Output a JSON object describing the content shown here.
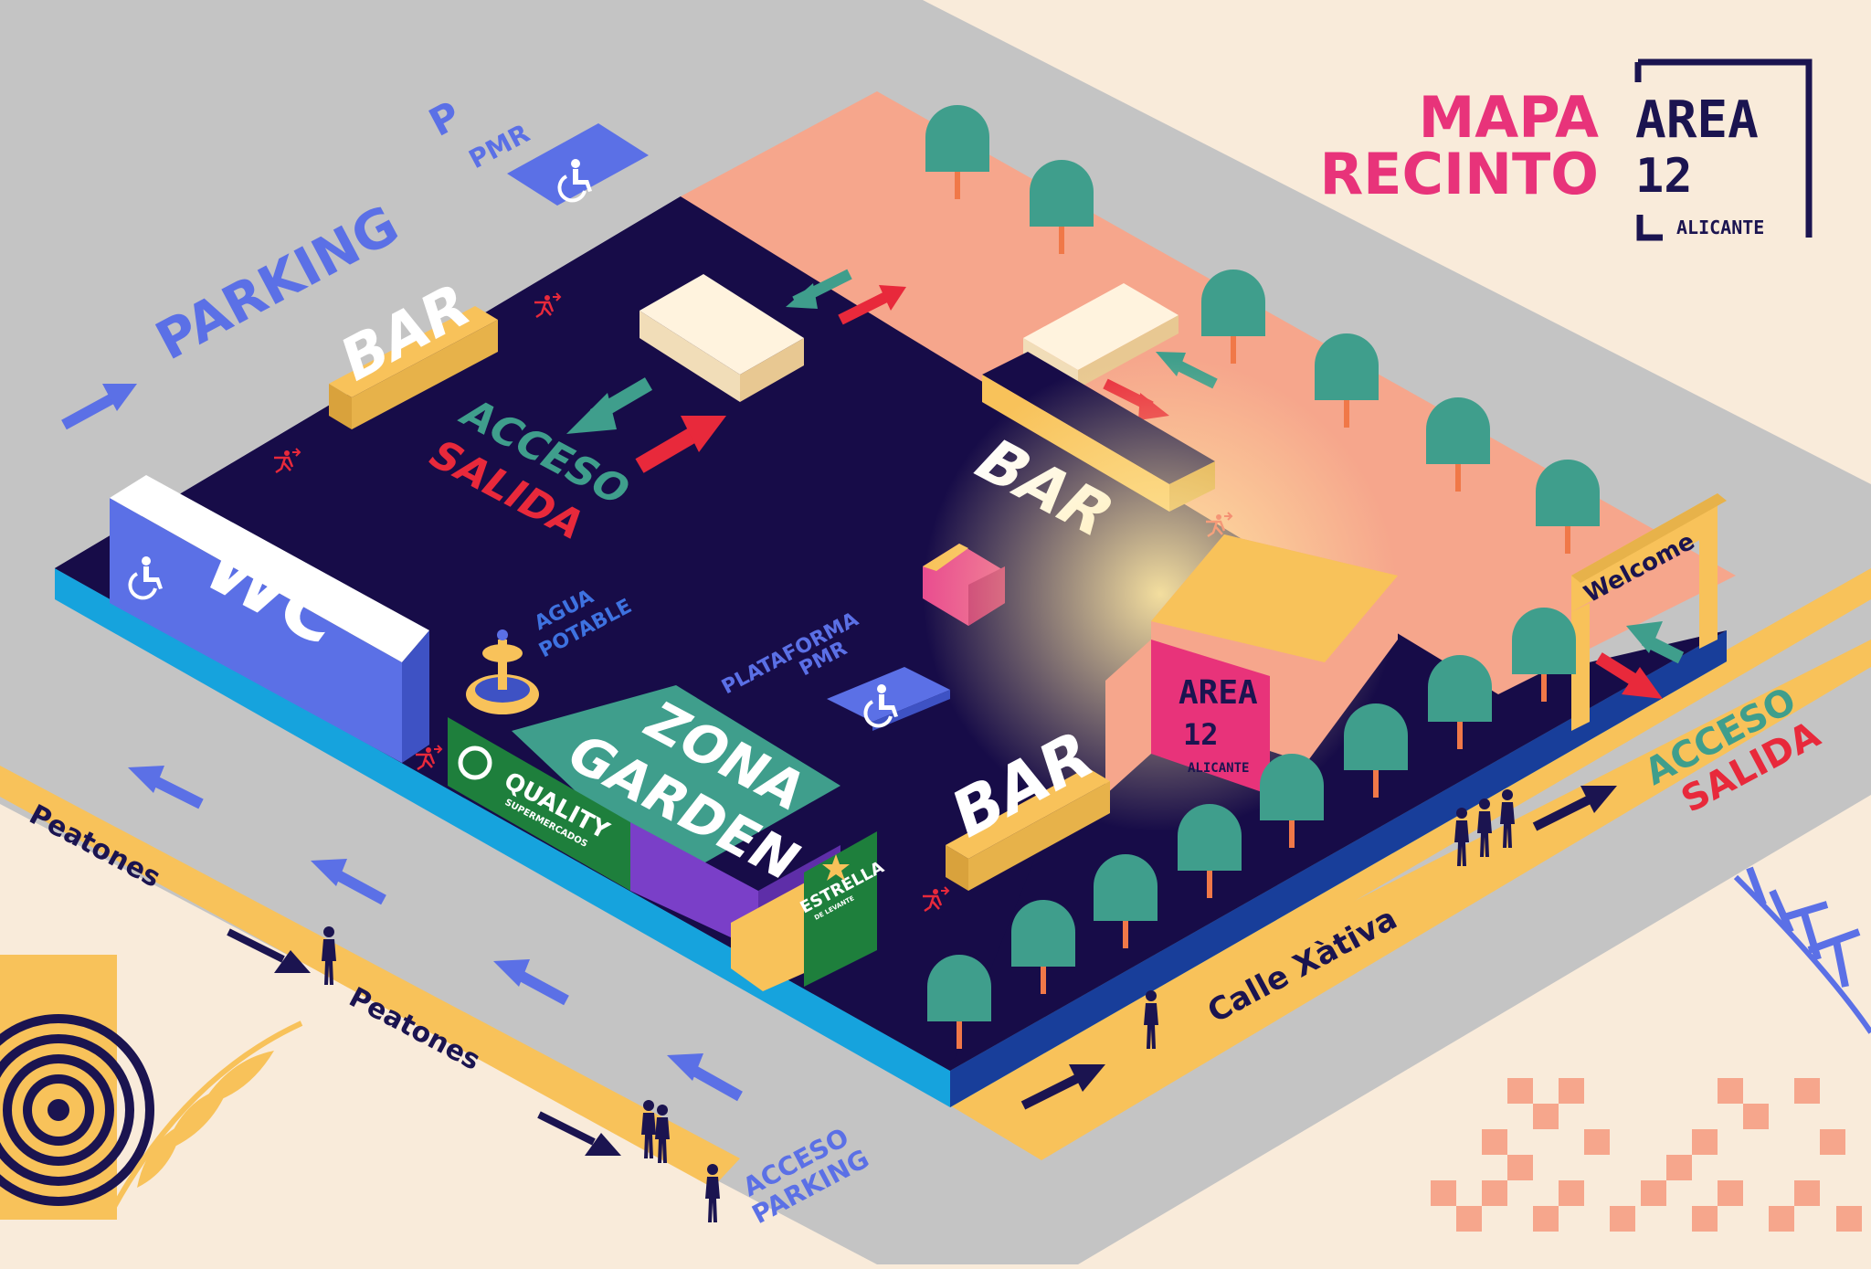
{
  "header": {
    "title_line1": "MAPA",
    "title_line2": "RECINTO",
    "logo": {
      "line1": "AREA",
      "line2": "12",
      "line3": "ALICANTE"
    }
  },
  "labels": {
    "parking": "PARKING",
    "parking_p": "P",
    "parking_pmr": "PMR",
    "bar": "BAR",
    "acceso": "ACCESO",
    "salida": "SALIDA",
    "wc": "WC",
    "agua_line1": "AGUA",
    "agua_line2": "POTABLE",
    "plataforma_line1": "PLATAFORMA",
    "plataforma_line2": "PMR",
    "zona_line1": "ZONA",
    "zona_line2": "GARDEN",
    "welcome": "Welcome",
    "calle": "Calle Xàtiva",
    "peatones": "Peatones",
    "acceso_parking_line1": "ACCESO",
    "acceso_parking_line2": "PARKING"
  },
  "sponsors": {
    "quality_line1": "QUALITY",
    "quality_line2": "SUPERMERCADOS",
    "estrella_line1": "ESTRELLA",
    "estrella_line2": "DE LEVANTE"
  },
  "icons": [
    "wheelchair-icon",
    "emergency-exit-icon",
    "fountain-icon",
    "tree-icon",
    "arrow-icon",
    "pedestrian-icon",
    "leaf-icon",
    "target-pattern-icon",
    "checker-pattern-icon"
  ],
  "colors": {
    "background": "#f9ebda",
    "road": "#c4c4c4",
    "venue_floor": "#170c48",
    "walkway": "#f6a68c",
    "yellow": "#f8c25a",
    "pink_title": "#e8337a",
    "navy": "#1b1450",
    "accent_blue": "#5b70e6",
    "teal_green": "#3d9e8c",
    "red": "#e8293b",
    "cyan_edge": "#16a3dd"
  }
}
